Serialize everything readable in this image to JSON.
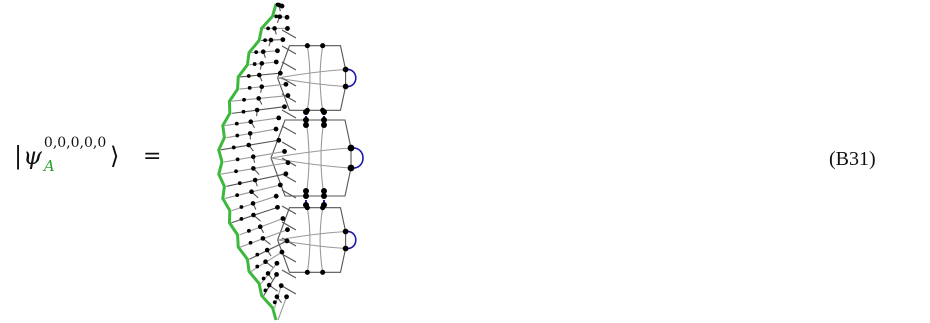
{
  "equation": {
    "ket_open": "|",
    "symbol": "ψ",
    "superscript": "0,0,0,0,0",
    "subscript": "A",
    "subscript_color": "#2ca02c",
    "ket_close": "⟩",
    "equals": "="
  },
  "tag": "(B31)",
  "diagram": {
    "boundary_color": "#3cb83c",
    "loop_color": "#1a1aa6",
    "line_color": "#9a9a9a",
    "node_color": "#000000"
  }
}
